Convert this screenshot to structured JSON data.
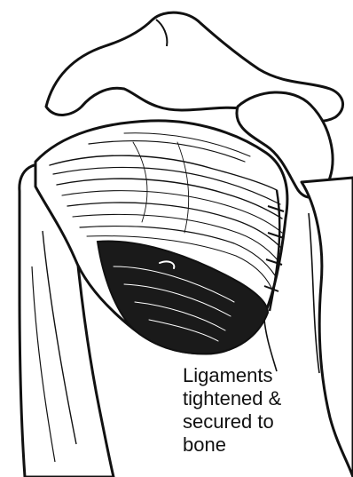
{
  "figure": {
    "annotation_lines": [
      "Ligaments",
      "tightened &",
      "secured to",
      "bone"
    ]
  },
  "colors": {
    "ink": "#111111",
    "paper": "#ffffff"
  }
}
